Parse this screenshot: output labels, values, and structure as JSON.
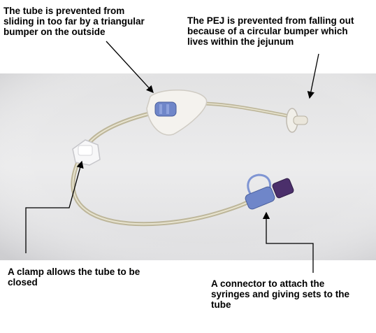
{
  "annotations": {
    "triangular_bumper": "The tube is prevented from sliding in too far by a triangular bumper on the outside",
    "circular_bumper": "The PEJ is prevented from falling out because of a circular bumper which lives within the jejunum",
    "clamp": "A clamp allows the tube to be closed",
    "connector": "A connector to attach the syringes and giving sets to the tube"
  },
  "colors": {
    "photo_background": "#e7e7e8",
    "tube": "#c9c3a8",
    "connector_blue": "#6f86c9",
    "cap_purple": "#4b2f6b",
    "arrow": "#000000"
  }
}
